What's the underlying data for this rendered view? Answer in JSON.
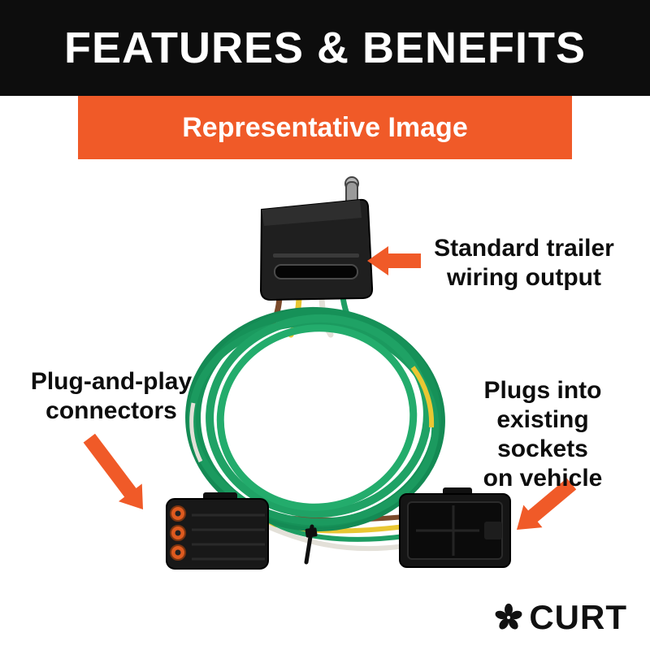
{
  "header": {
    "title": "FEATURES & BENEFITS"
  },
  "banner": {
    "label": "Representative Image"
  },
  "annotations": {
    "output": {
      "line1": "Standard trailer",
      "line2": "wiring output"
    },
    "plug_play": {
      "line1": "Plug-and-play",
      "line2": "connectors"
    },
    "sockets": {
      "line1": "Plugs into",
      "line2": "existing sockets",
      "line3": "on vehicle"
    }
  },
  "logo": {
    "brand": "CURT"
  },
  "colors": {
    "accent_orange": "#F05A28",
    "header_black": "#0d0d0d",
    "wire_green": "#1E9E63",
    "wire_yellow": "#E9C733",
    "wire_white": "#E3E0D8",
    "wire_brown": "#7A4A2B"
  }
}
